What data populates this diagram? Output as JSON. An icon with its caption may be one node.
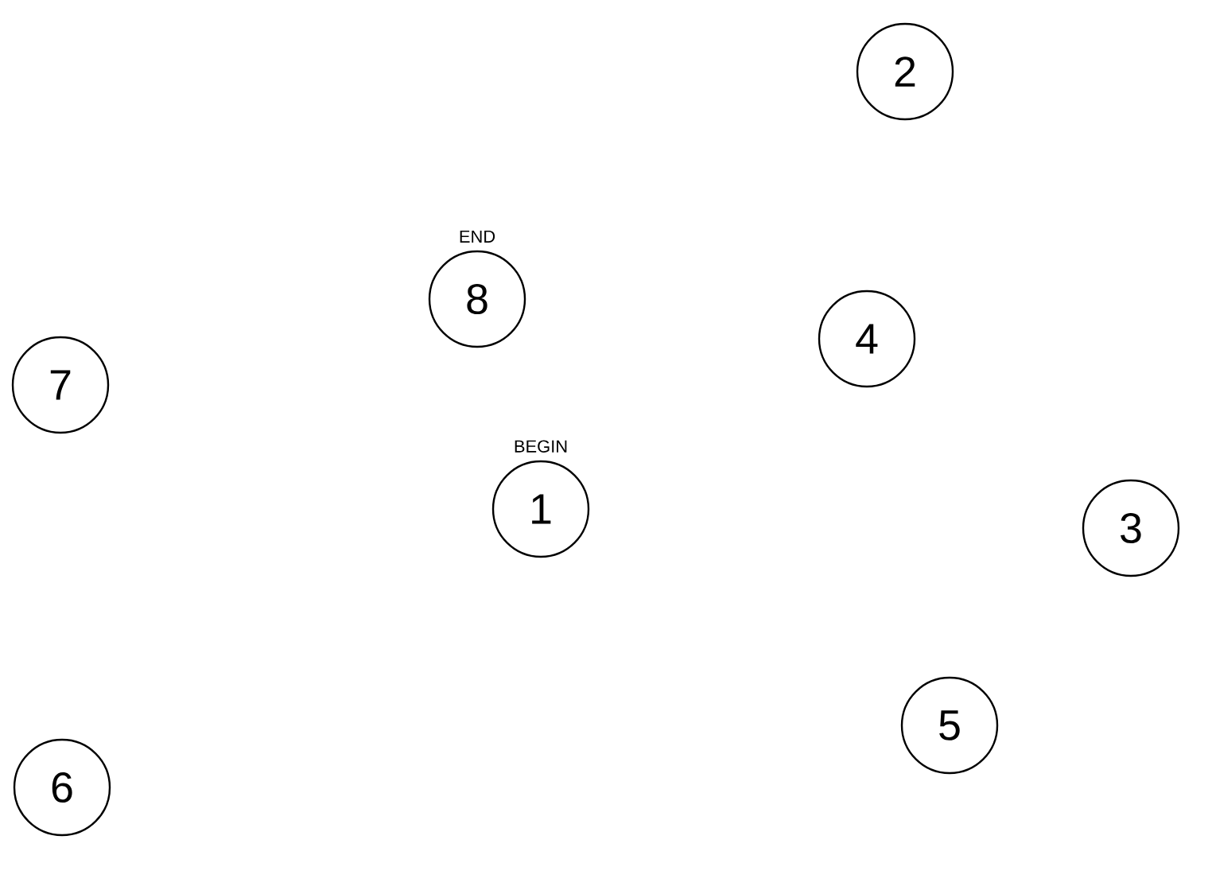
{
  "diagram": {
    "nodes": [
      {
        "text": [
          "2"
        ]
      },
      {
        "text": [
          "8"
        ],
        "beside": [
          "END"
        ]
      },
      {
        "text": [
          "7"
        ]
      },
      {
        "text": [
          "4"
        ]
      },
      {
        "text": [
          "1"
        ],
        "beside": [
          "BEGIN"
        ]
      },
      {
        "text": [
          "3"
        ]
      },
      {
        "text": [
          "5"
        ]
      },
      {
        "text": [
          "6"
        ]
      }
    ]
  }
}
